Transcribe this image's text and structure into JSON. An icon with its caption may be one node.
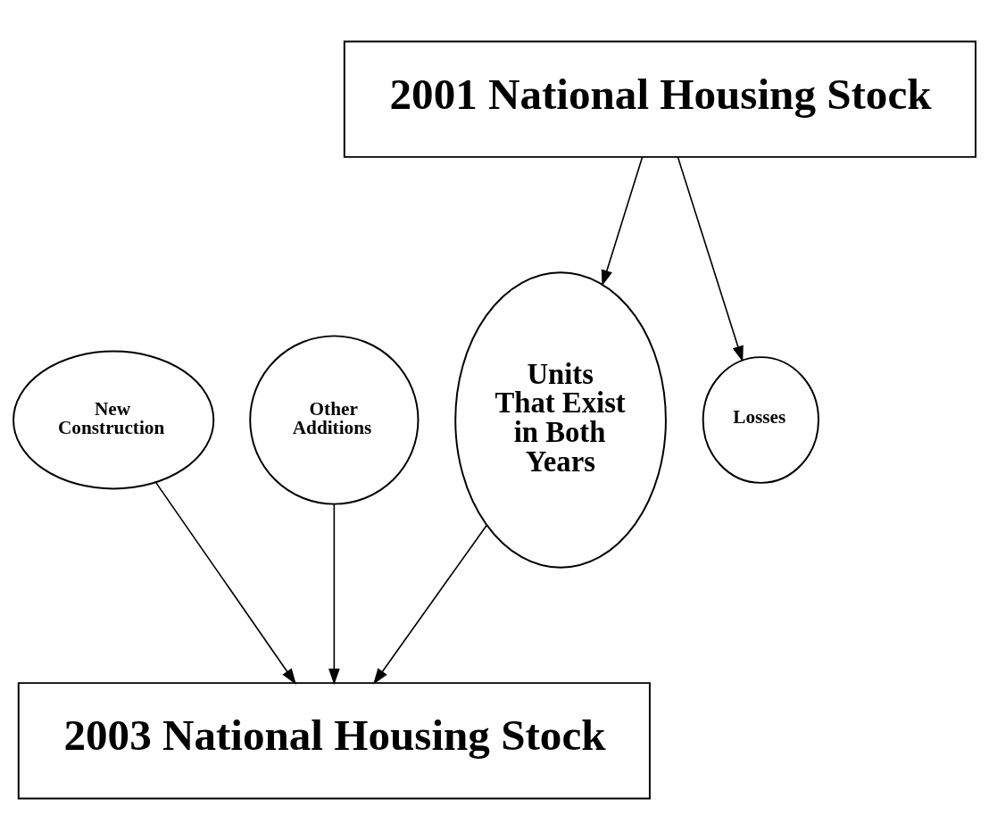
{
  "diagram": {
    "nodes": [
      {
        "text": [
          "2001 National Housing Stock"
        ]
      },
      {
        "text": [
          "New Construction"
        ]
      },
      {
        "text": [
          "Other Additions"
        ]
      },
      {
        "text": [
          "Units That Exist in Both Years"
        ]
      },
      {
        "text": [
          "Losses"
        ]
      },
      {
        "text": [
          "2003 National Housing Stock"
        ]
      }
    ],
    "edges": [
      {
        "from": 0,
        "to": 3,
        "arrow": "to"
      },
      {
        "from": 0,
        "to": 4,
        "arrow": "to"
      },
      {
        "from": 1,
        "to": 5,
        "arrow": "to"
      },
      {
        "from": 2,
        "to": 5,
        "arrow": "to"
      },
      {
        "from": 3,
        "to": 5,
        "arrow": "to"
      }
    ]
  }
}
